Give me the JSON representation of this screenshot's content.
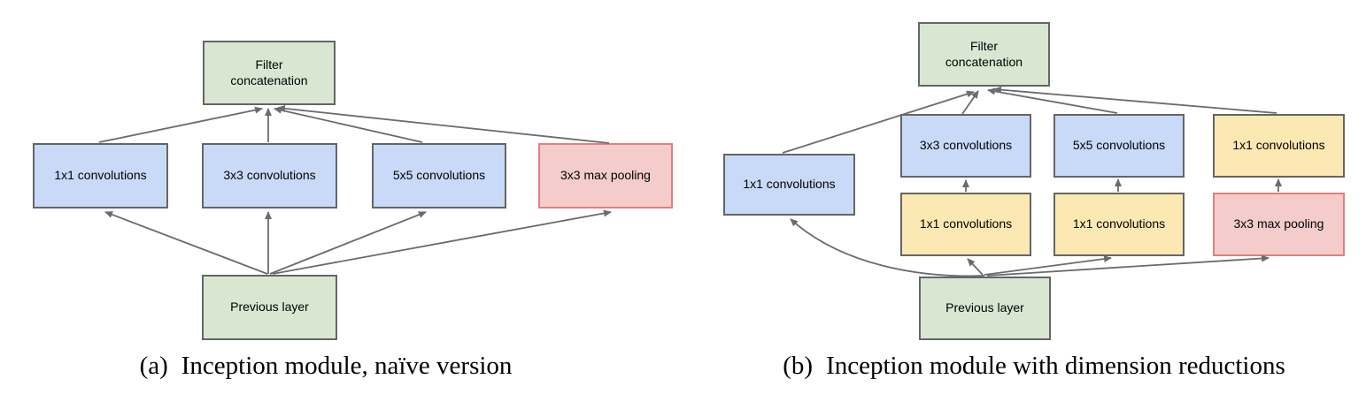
{
  "figure": {
    "colors": {
      "green_fill": "#d9e7d2",
      "blue_fill": "#c9daf8",
      "yellow_fill": "#fce8b2",
      "pink_fill": "#f4cccc",
      "gray_border": "#656565",
      "pink_border": "#dd8080",
      "arrow": "#6b6b6b",
      "text": "#000000"
    }
  },
  "diagram_a": {
    "caption_label": "(a)",
    "caption_text": "Inception module, naïve version",
    "nodes": {
      "filter_concat": "Filter concatenation",
      "conv1x1": "1x1 convolutions",
      "conv3x3": "3x3 convolutions",
      "conv5x5": "5x5 convolutions",
      "maxpool": "3x3 max pooling",
      "previous": "Previous layer"
    }
  },
  "diagram_b": {
    "caption_label": "(b)",
    "caption_text": "Inception module with dimension reductions",
    "nodes": {
      "filter_concat": "Filter concatenation",
      "conv1x1_branch": "1x1 convolutions",
      "conv3x3": "3x3 convolutions",
      "conv5x5": "5x5 convolutions",
      "conv1x1_after_pool": "1x1 convolutions",
      "reduce_before_3x3": "1x1 convolutions",
      "reduce_before_5x5": "1x1 convolutions",
      "maxpool": "3x3 max pooling",
      "previous": "Previous layer"
    }
  }
}
